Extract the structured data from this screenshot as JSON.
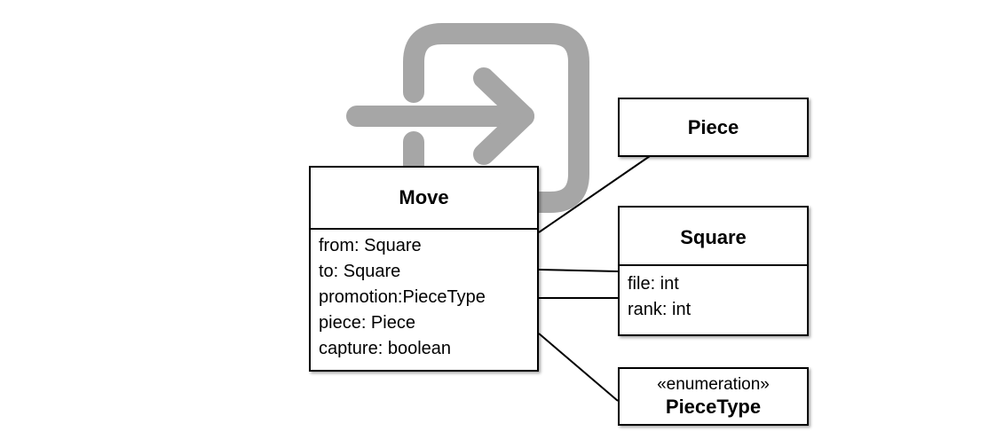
{
  "colors": {
    "icon_gray": "#a6a6a6",
    "line": "#000000",
    "box_border": "#000000",
    "background": "#ffffff"
  },
  "icon": "sign-in-icon",
  "classes": {
    "move": {
      "name": "Move",
      "attributes": [
        "from: Square",
        "to: Square",
        "promotion:PieceType",
        "piece: Piece",
        "capture: boolean"
      ]
    },
    "piece": {
      "name": "Piece"
    },
    "square": {
      "name": "Square",
      "attributes": [
        "file: int",
        "rank: int"
      ]
    },
    "piece_type": {
      "stereotype": "«enumeration»",
      "name": "PieceType"
    }
  }
}
